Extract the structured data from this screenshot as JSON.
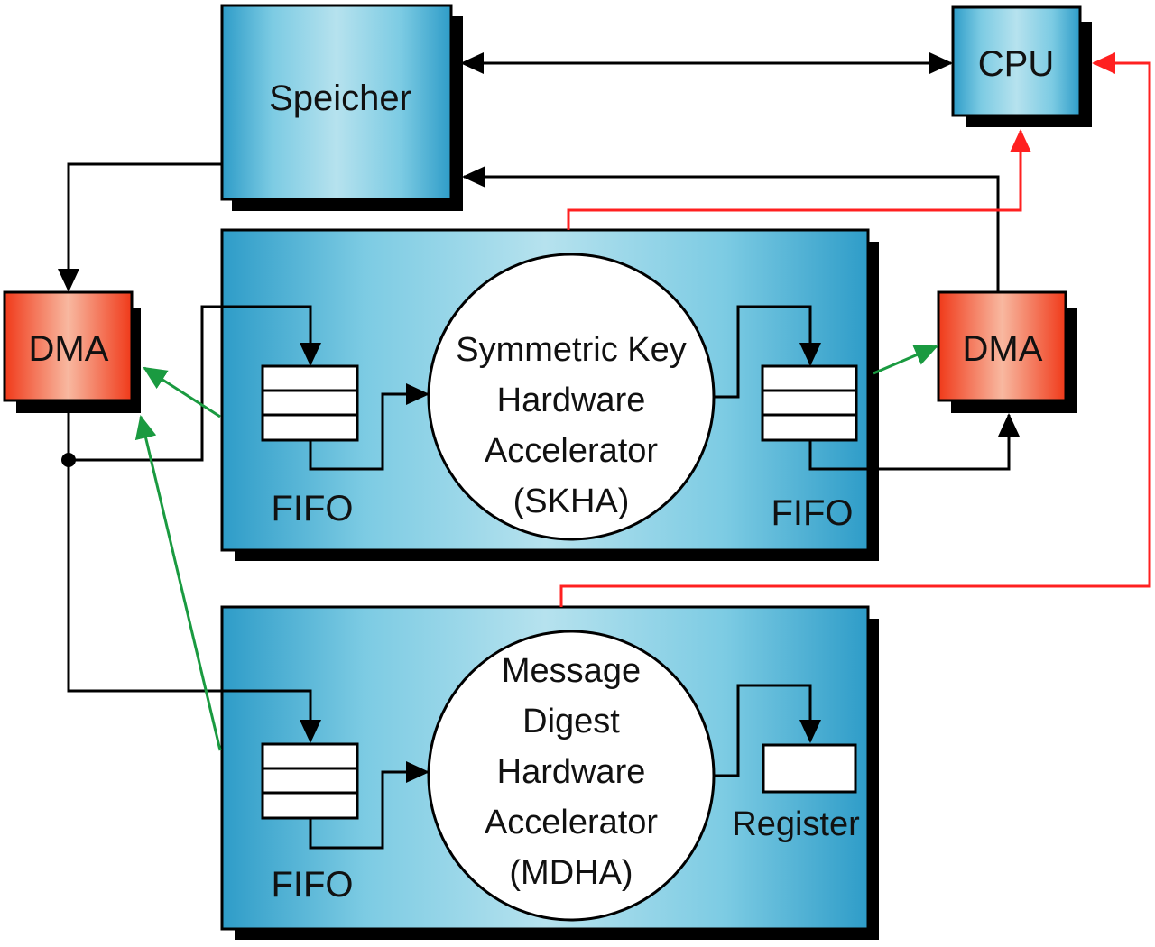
{
  "diagram": {
    "type": "block-diagram",
    "blocks": {
      "memory": {
        "label": "Speicher"
      },
      "cpu": {
        "label": "CPU"
      },
      "dma_left": {
        "label": "DMA"
      },
      "dma_right": {
        "label": "DMA"
      },
      "skha": {
        "lines": [
          "Symmetric Key",
          "Hardware",
          "Accelerator",
          "(SKHA)"
        ],
        "fifo_in_label": "FIFO",
        "fifo_out_label": "FIFO"
      },
      "mdha": {
        "lines": [
          "Message",
          "Digest",
          "Hardware",
          "Accelerator",
          "(MDHA)"
        ],
        "fifo_in_label": "FIFO",
        "register_label": "Register"
      }
    },
    "connections": [
      {
        "from": "Speicher",
        "to": "CPU",
        "kind": "data",
        "bidirectional": true,
        "color": "#000000"
      },
      {
        "from": "Speicher",
        "to": "DMA (left)",
        "kind": "data",
        "color": "#000000"
      },
      {
        "from": "DMA (right)",
        "to": "Speicher",
        "kind": "data",
        "color": "#000000"
      },
      {
        "from": "DMA (left)",
        "to": "SKHA input FIFO",
        "kind": "data",
        "color": "#000000"
      },
      {
        "from": "DMA (left)",
        "to": "MDHA input FIFO",
        "kind": "data",
        "color": "#000000"
      },
      {
        "from": "SKHA output FIFO",
        "to": "DMA (right)",
        "kind": "data",
        "color": "#000000"
      },
      {
        "from": "SKHA",
        "to": "CPU",
        "kind": "interrupt",
        "color": "#ff2020"
      },
      {
        "from": "MDHA",
        "to": "CPU",
        "kind": "interrupt",
        "color": "#ff2020"
      },
      {
        "from": "SKHA",
        "to": "DMA (left)",
        "kind": "request",
        "color": "#1a9a40"
      },
      {
        "from": "MDHA",
        "to": "DMA (left)",
        "kind": "request",
        "color": "#1a9a40"
      },
      {
        "from": "SKHA",
        "to": "DMA (right)",
        "kind": "request",
        "color": "#1a9a40"
      }
    ],
    "colors": {
      "block_blue_edge": "#2e9cc8",
      "block_blue_center": "#b6e2ee",
      "dma_red_edge": "#f03a1a",
      "dma_red_center": "#f8b8a0",
      "interrupt_red": "#ff2020",
      "request_green": "#1a9a40",
      "line_black": "#000000"
    }
  }
}
